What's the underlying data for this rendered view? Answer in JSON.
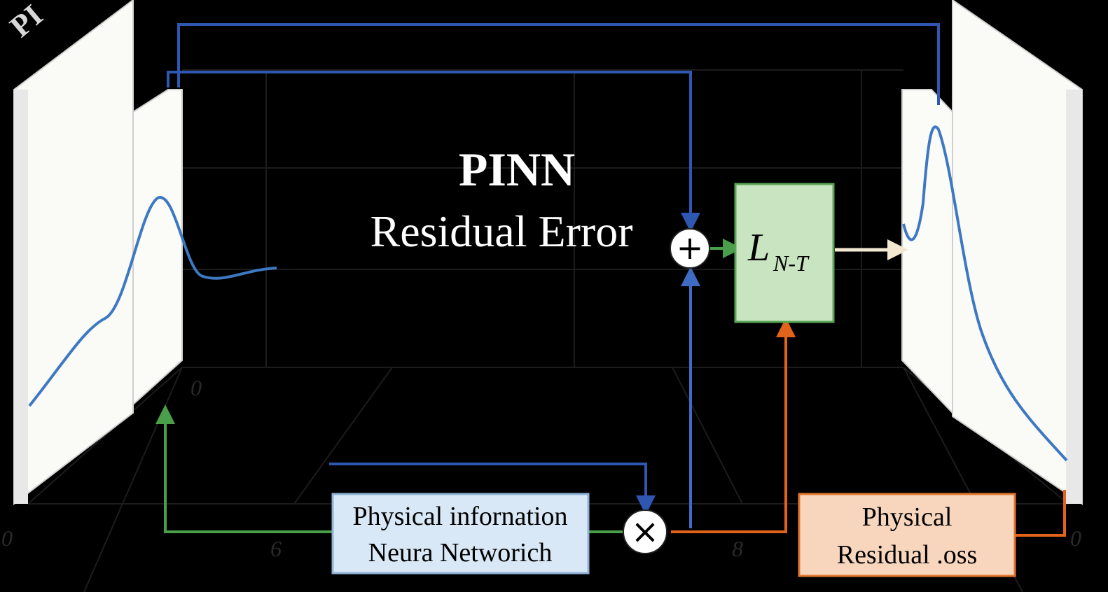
{
  "title": {
    "line1": "PINN",
    "line2": "Residual Error"
  },
  "loss_block": {
    "symbol": "L",
    "subscript": "N-T"
  },
  "pinn_box": {
    "line1": "Physical infornation",
    "line2": "Neura Networich"
  },
  "residual_box": {
    "line1": "Physical",
    "line2": "Residual .oss"
  },
  "operators": {
    "sum": "+",
    "product": "×"
  },
  "axis_ticks": [
    "0",
    "6",
    "8",
    "0",
    "0"
  ],
  "corner_fragment": "PI",
  "colors": {
    "background": "#000000",
    "blue_line": "#2f56b0",
    "green_line": "#4aa04a",
    "orange_line": "#e2641b",
    "cream_arrow": "#f3e9d2",
    "loss_fill": "#c8e4c0",
    "loss_border": "#5aa556",
    "pinn_box_fill": "#d9e8f6",
    "residual_box_fill": "#f7d6bd",
    "residual_box_border": "#e2762e",
    "curve": "#3d78c2"
  }
}
